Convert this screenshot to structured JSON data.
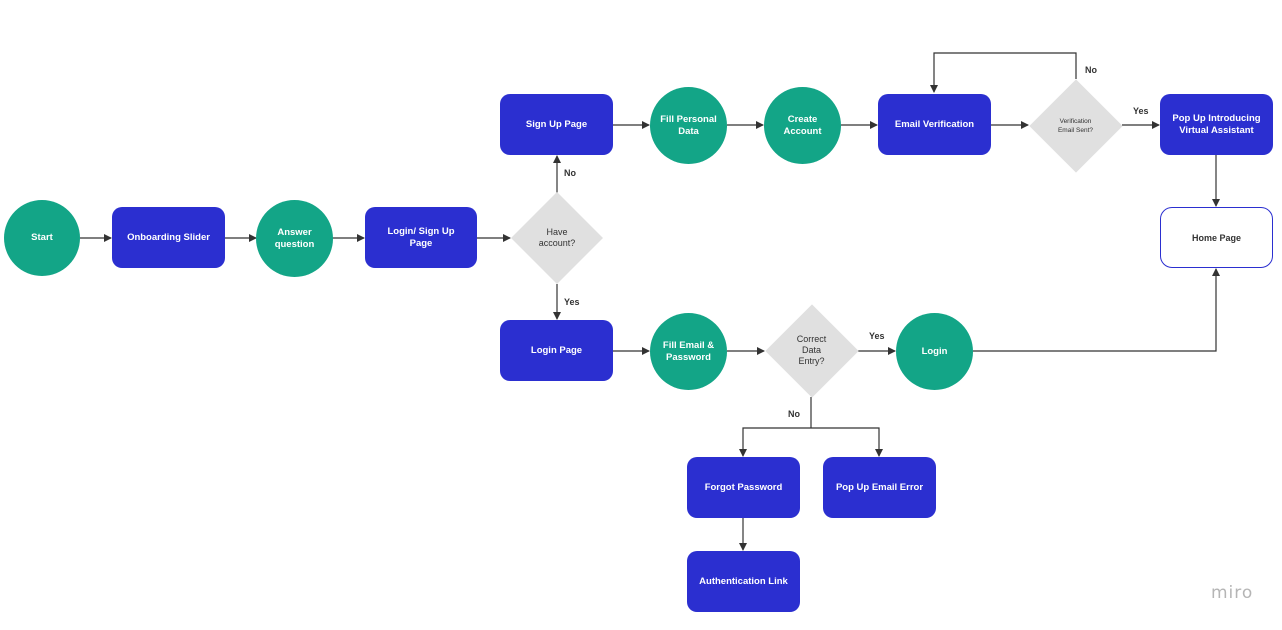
{
  "nodes": {
    "start": "Start",
    "onboarding": "Onboarding Slider",
    "answer": "Answer\nquestion",
    "login_signup": "Login/ Sign Up\nPage",
    "have_account": "Have\naccount?",
    "signup_page": "Sign Up Page",
    "fill_personal": "Fill Personal\nData",
    "create_account": "Create\nAccount",
    "email_verification": "Email Verification",
    "verification_sent": "Verification\nEmail Sent?",
    "popup_assistant": "Pop Up Introducing\nVirtual Assistant",
    "home_page": "Home Page",
    "login_page": "Login Page",
    "fill_email": "Fill Email &\nPassword",
    "correct_data": "Correct\nData\nEntry?",
    "login": "Login",
    "forgot_password": "Forgot Password",
    "popup_email_error": "Pop Up Email Error",
    "auth_link": "Authentication Link"
  },
  "edge_labels": {
    "have_account_no": "No",
    "have_account_yes": "Yes",
    "verification_no": "No",
    "verification_yes": "Yes",
    "correct_yes": "Yes",
    "correct_no": "No"
  },
  "brand": "miro",
  "colors": {
    "rect": "#2b2fd0",
    "circle": "#13a587",
    "diamond": "#e0e0e0",
    "line": "#333333"
  }
}
